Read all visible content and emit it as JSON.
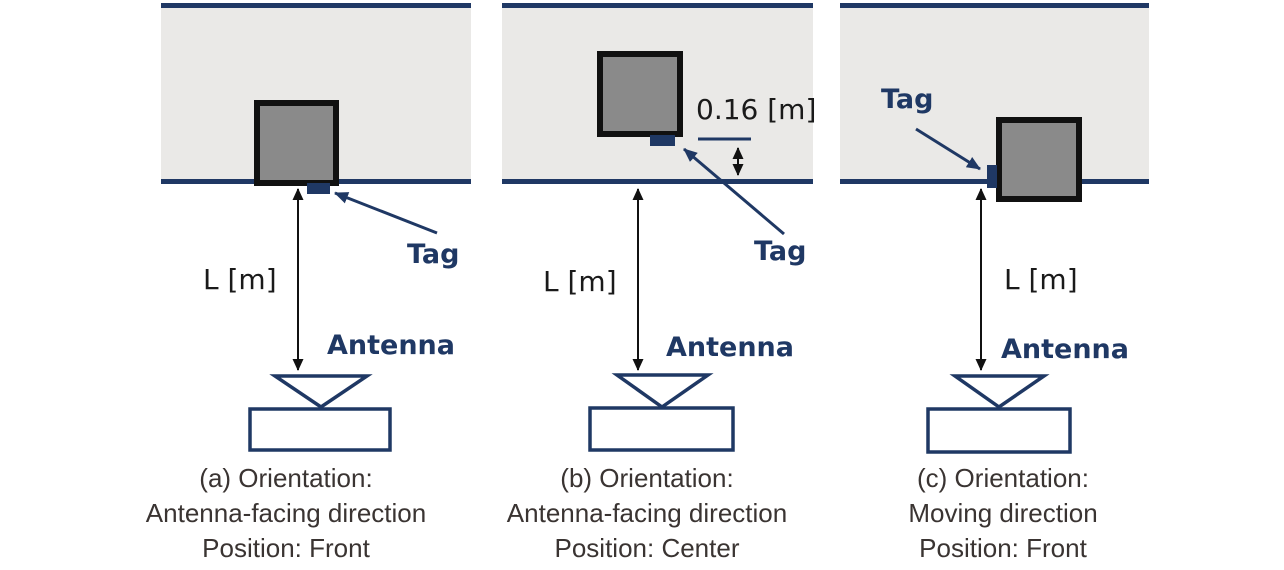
{
  "figure": {
    "description": "Tag placement and antenna measurement setup in three configurations"
  },
  "colors": {
    "navy": "#1f3864",
    "road_fill": "#eae9e7",
    "box_fill": "#8a8a8a",
    "box_border": "#111111",
    "caption_text": "#3a3432",
    "measure_text": "#1a1a1a",
    "background": "#ffffff"
  },
  "panels": [
    {
      "id": "a",
      "tag_label": "Tag",
      "antenna_label": "Antenna",
      "distance_label": "L [m]",
      "caption": [
        "(a) Orientation:",
        "Antenna-facing direction",
        "Position: Front"
      ]
    },
    {
      "id": "b",
      "tag_label": "Tag",
      "antenna_label": "Antenna",
      "distance_label": "L [m]",
      "offset_label": "0.16 [m]",
      "caption": [
        "(b) Orientation:",
        "Antenna-facing direction",
        "Position: Center"
      ]
    },
    {
      "id": "c",
      "tag_label": "Tag",
      "antenna_label": "Antenna",
      "distance_label": "L [m]",
      "caption": [
        "(c) Orientation:",
        "Moving direction",
        "Position: Front"
      ]
    }
  ]
}
